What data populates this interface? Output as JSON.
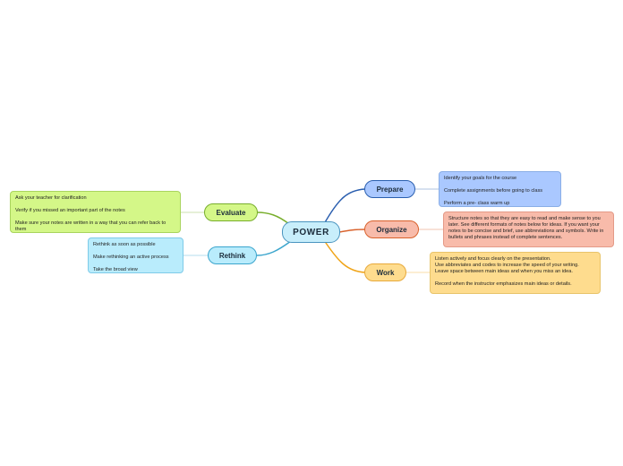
{
  "center": {
    "label": "POWER"
  },
  "branches": {
    "prepare": {
      "label": "Prepare",
      "notes": [
        "Identify your goals for the course",
        "Complete assignments before going to class",
        "Perform a pre- class warm up"
      ]
    },
    "organize": {
      "label": "Organize",
      "notes": [
        "Structure notes so that they are easy to read and make sense to you later. See different formats of notes below for ideas. If you want your notes to be concise and brief, use abbreviations and symbols. Write in bullets and phrases instead of complete sentences."
      ]
    },
    "work": {
      "label": "Work",
      "notes": [
        "Listen actively and focus clearly on the presentation.",
        "Use abbreviates and codes to increase the speed of your writing.",
        "Leave space between main ideas and when you miss an idea.",
        "Record when the instructor emphasizes main ideas or details."
      ]
    },
    "evaluate": {
      "label": "Evaluate",
      "notes": [
        "Ask your teacher for clarification",
        "Verify if you missed an important part of the notes",
        "Make sure your notes are written in a way that you can refer back to them"
      ]
    },
    "rethink": {
      "label": "Rethink",
      "notes": [
        "Rethink as soon as possible",
        "Make rethinking an active process",
        "Take the broad view"
      ]
    }
  },
  "colors": {
    "prepare": "#2b5faf",
    "organize": "#d9622c",
    "work": "#f0a418",
    "evaluate": "#78ae2c",
    "rethink": "#3ba5cd"
  }
}
